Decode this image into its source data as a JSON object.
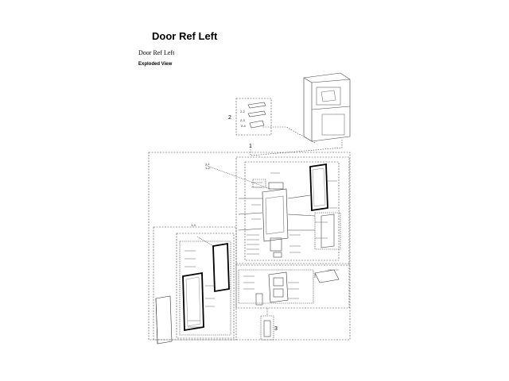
{
  "page": {
    "title": "Door Ref Left",
    "subtitle": "Door Ref Left",
    "view_label": "Exploded View"
  },
  "callouts": {
    "c1": "1",
    "c2": "2",
    "c3": "3",
    "c11": "1-1",
    "c12": "1-2",
    "c13": "1-3",
    "c22": "2-2",
    "c23": "2-3",
    "c24": "2-4"
  }
}
